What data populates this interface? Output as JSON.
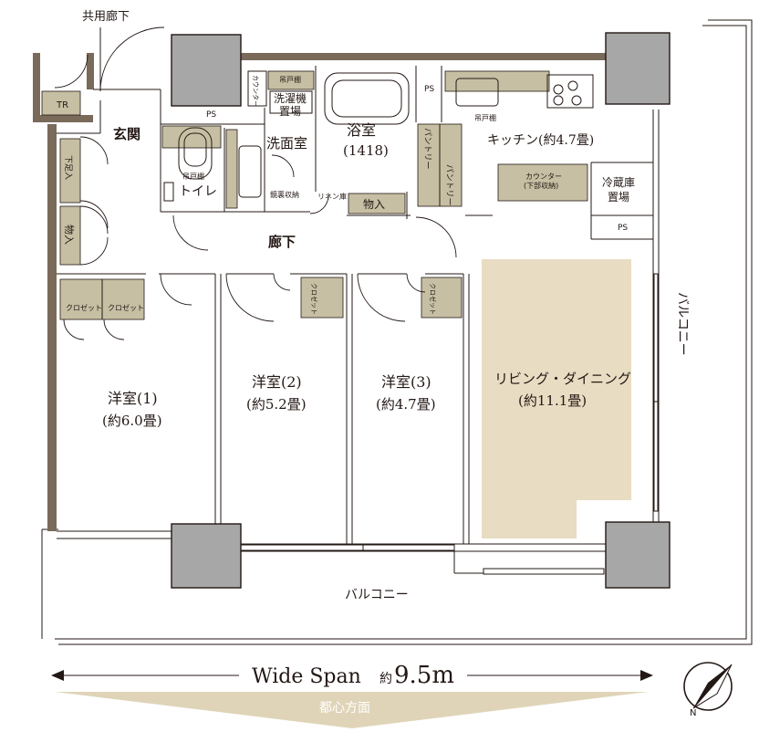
{
  "labels": {
    "common_corridor": "共用廊下",
    "tr": "TR",
    "ps": "PS",
    "kaunta": "カウンター",
    "tsuritodana": "吊戸棚",
    "washer_1": "洗濯機",
    "washer_2": "置場",
    "bathroom": "浴室",
    "bath_size": "(1418)",
    "entrance": "玄関",
    "washroom": "洗面室",
    "toilet": "トイレ",
    "pantry": "パントリー",
    "kitchen": "キッチン(約4.7畳)",
    "counter_top": "カウンター",
    "counter_bottom": "(下部収納)",
    "fridge_1": "冷蔵庫",
    "fridge_2": "置場",
    "shoe": "下足入",
    "storage": "物入",
    "kura": "鏡裏収納",
    "linen": "リネン庫",
    "corridor": "廊下",
    "closet": "クロゼット",
    "room1_name": "洋室(1)",
    "room1_size": "(約6.0畳)",
    "room2_name": "洋室(2)",
    "room2_size": "(約5.2畳)",
    "room3_name": "洋室(3)",
    "room3_size": "(約4.7畳)",
    "ld_name": "リビング・ダイニング",
    "ld_size": "(約11.1畳)",
    "balcony_side": "バルコニー",
    "balcony_bottom": "バルコニー",
    "wide_span_label": "Wide Span",
    "wide_span_approx": "約",
    "wide_span_value": "9.5m",
    "direction": "都心方面",
    "north": "N"
  },
  "colors": {
    "living_fill": "#e8dcc2",
    "column_gray": "#a7a7a7",
    "cabinet_khaki": "#c6bfa3",
    "arrow_fill": "#e0d4b8",
    "line": "#231815"
  }
}
